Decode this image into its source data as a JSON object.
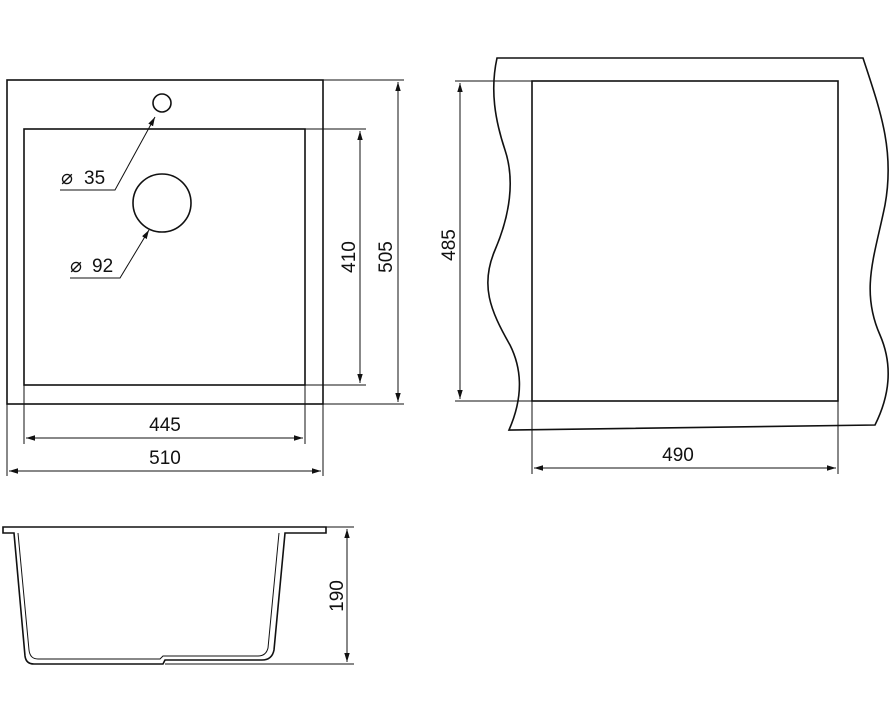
{
  "top_view": {
    "outer_width_label": "510",
    "outer_height_label": "505",
    "bowl_width_label": "445",
    "bowl_height_label": "410",
    "tap_hole_label": "35",
    "drain_label": "92"
  },
  "cutout_view": {
    "width_label": "490",
    "height_label": "485"
  },
  "side_view": {
    "depth_label": "190"
  },
  "diameter_symbol": "⌀"
}
